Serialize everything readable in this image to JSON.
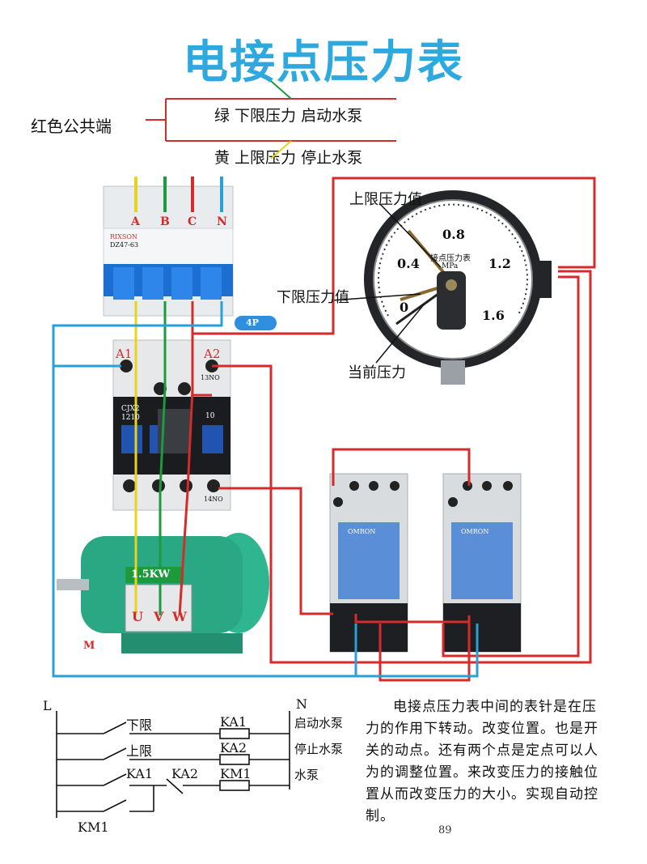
{
  "title": "电接点压力表",
  "common_terminal": "红色公共端",
  "green_line": "绿 下限压力 启动水泵",
  "yellow_line": "黄 上限压力 停止水泵",
  "breaker": {
    "phases": [
      "A",
      "B",
      "C",
      "N"
    ],
    "brand": "RIXSON",
    "model": "DZ47-63",
    "poles": "4P"
  },
  "contactor": {
    "a1": "A1",
    "a2": "A2",
    "model": "CJX2",
    "rating": "1210",
    "no_contact": "13NO",
    "no_contact_bottom": "14NO",
    "face": "10"
  },
  "motor": {
    "power": "1.5KW",
    "terminals": [
      "U",
      "V",
      "W"
    ],
    "label": "M"
  },
  "gauge": {
    "upper_label": "上限压力值",
    "lower_label": "下限压力值",
    "current_label": "当前压力",
    "scale": [
      "0",
      "0.4",
      "0.8",
      "1.2",
      "1.6"
    ],
    "name": "接点压力表",
    "unit": "MPa"
  },
  "relay_brand": "OMRON",
  "ladder": {
    "L": "L",
    "N": "N",
    "row1_contact": "下限",
    "row1_coil": "KA1",
    "row1_desc": "启动水泵",
    "row2_contact": "上限",
    "row2_coil": "KA2",
    "row2_desc": "停止水泵",
    "row3_contact1": "KA1",
    "row3_contact2": "KA2",
    "row3_coil": "KM1",
    "row3_desc": "水泵",
    "hold": "KM1"
  },
  "description": "电接点压力表中间的表针是在压力的作用下转动。改变位置。也是开关的动点。还有两个点是定点可以人为的调整位置。来改变压力的接触位置从而改变压力的大小。实现自动控制。",
  "page_number": "89",
  "colors": {
    "title": "#2ea9df",
    "red": "#d42b2b",
    "green": "#1c9a3e",
    "yellow": "#e8d21c",
    "blue": "#2aa0d8"
  }
}
